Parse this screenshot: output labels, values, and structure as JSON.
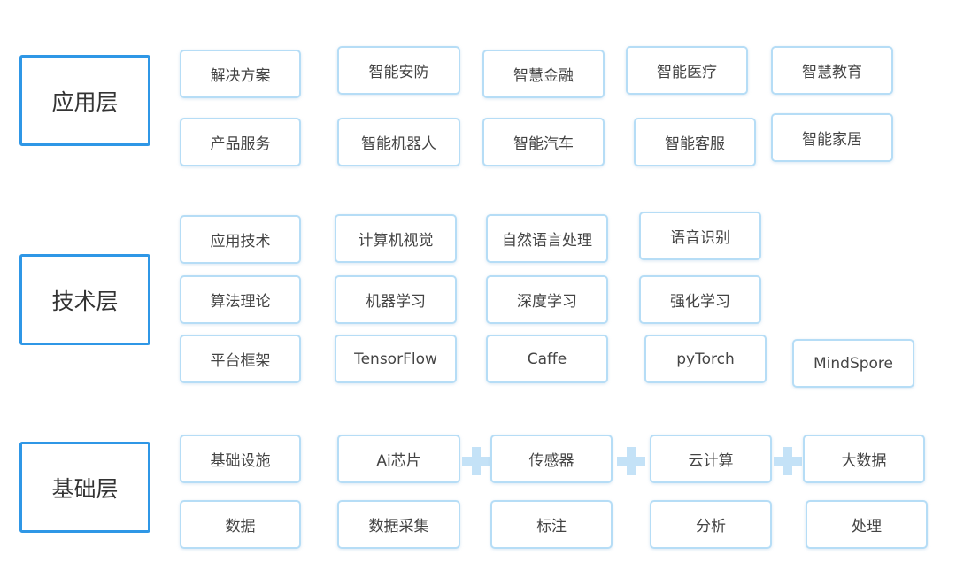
{
  "layers": {
    "application": {
      "title": "应用层",
      "rows": [
        [
          "解决方案",
          "智能安防",
          "智慧金融",
          "智能医疗",
          "智慧教育"
        ],
        [
          "产品服务",
          "智能机器人",
          "智能汽车",
          "智能客服",
          "智能家居"
        ]
      ]
    },
    "technology": {
      "title": "技术层",
      "rows": [
        [
          "应用技术",
          "计算机视觉",
          "自然语言处理",
          "语音识别"
        ],
        [
          "算法理论",
          "机器学习",
          "深度学习",
          "强化学习"
        ],
        [
          "平台框架",
          "TensorFlow",
          "Caffe",
          "pyTorch",
          "MindSpore"
        ]
      ]
    },
    "foundation": {
      "title": "基础层",
      "rows": [
        [
          "基础设施",
          "Ai芯片",
          "传感器",
          "云计算",
          "大数据"
        ],
        [
          "数据",
          "数据采集",
          "标注",
          "分析",
          "处理"
        ]
      ]
    }
  }
}
